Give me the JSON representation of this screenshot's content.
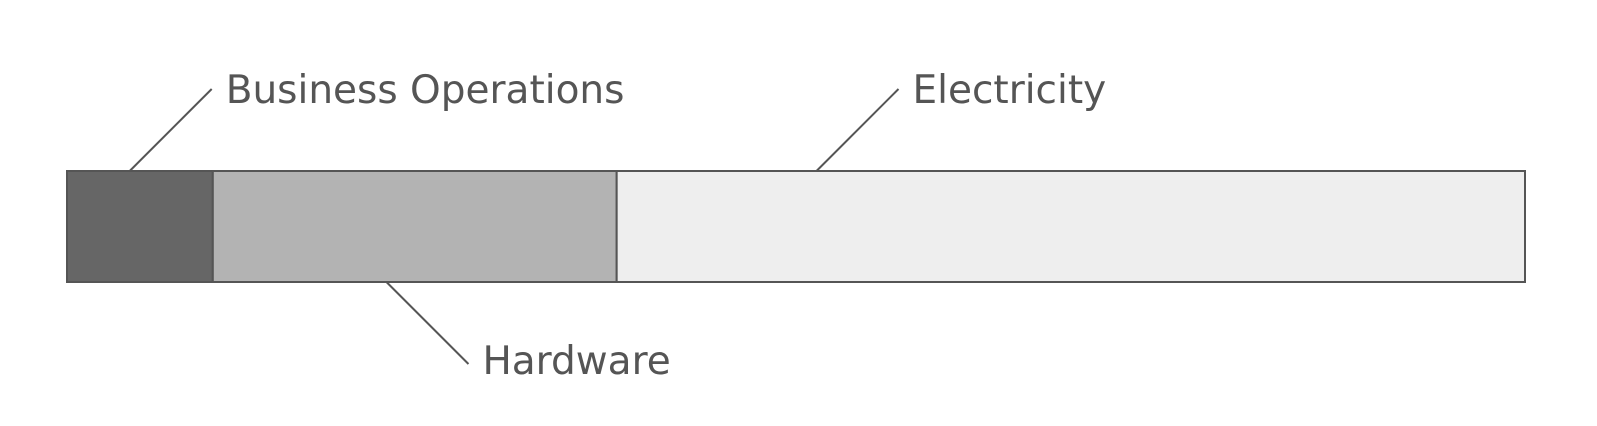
{
  "chart_data": {
    "type": "bar",
    "orientation": "horizontal",
    "stacked": true,
    "title": "",
    "xlabel": "",
    "ylabel": "",
    "categories": [
      "Business Operations",
      "Hardware",
      "Electricity"
    ],
    "values": [
      10,
      27.7,
      62.3
    ],
    "unit": "%",
    "colors": [
      "#666666",
      "#b3b3b3",
      "#eeeeee"
    ],
    "stroke_color": "#555555",
    "label_color": "#555555",
    "label_positions": [
      "above",
      "below",
      "above"
    ],
    "grid": false,
    "legend": "none"
  }
}
